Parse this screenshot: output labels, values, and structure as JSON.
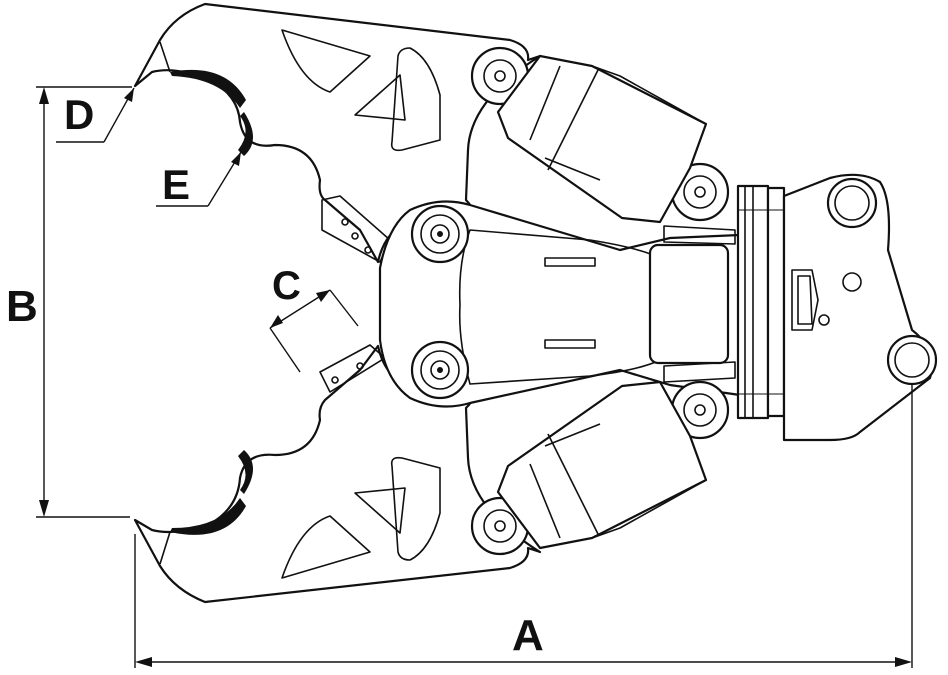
{
  "title": "",
  "dimension_labels": {
    "a": "A",
    "b": "B",
    "c": "C",
    "d": "D",
    "e": "E"
  },
  "colors": {
    "line": "#111111",
    "background": "#ffffff"
  }
}
